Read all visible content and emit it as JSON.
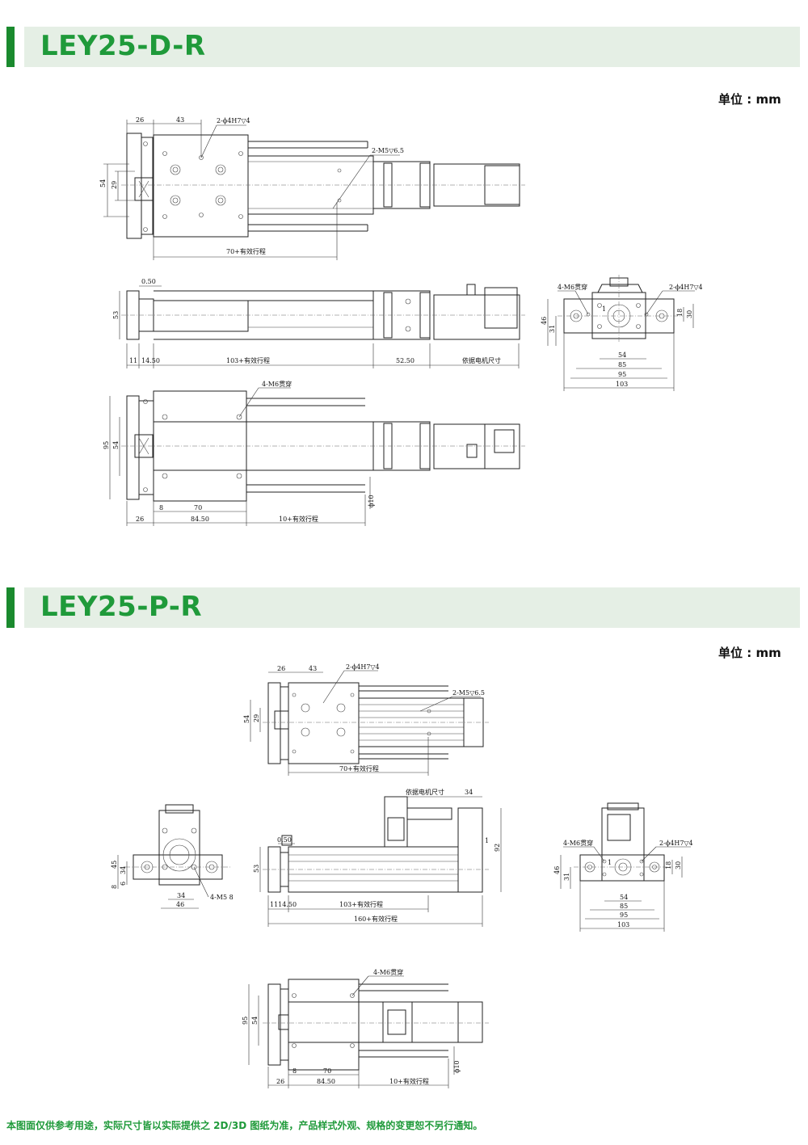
{
  "sections": [
    {
      "title": "LEY25-D-R",
      "unit": "单位 : mm"
    },
    {
      "title": "LEY25-P-R",
      "unit": "单位 : mm"
    }
  ],
  "footer": "本图面仅供参考用途，实际尺寸皆以实际提供之 2D/3D 图纸为准，产品样式外观、规格的变更恕不另行通知。",
  "d": {
    "top": {
      "w26": "26",
      "w43": "43",
      "hole": "2-ϕ4H7▽4",
      "m5": "2-M5▽6.5",
      "h54": "54",
      "h29": "29",
      "stroke": "70+有效行程"
    },
    "side": {
      "c05": "0.50",
      "h53": "53",
      "d11": "11",
      "d1450": "14.50",
      "stroke": "103+有效行程",
      "d5250": "52.50",
      "motor": "依据电机尺寸"
    },
    "end": {
      "m6": "4-M6贯穿",
      "hole": "2-ϕ4H7▽4",
      "one": "1",
      "h46": "46",
      "h31": "31",
      "h18": "18",
      "h30": "30",
      "w54": "54",
      "w85": "85",
      "w95": "95",
      "w103": "103"
    },
    "bottom": {
      "m6": "4-M6贯穿",
      "h95": "95",
      "h54": "54",
      "d8": "8",
      "d70": "70",
      "d10": "ϕ10",
      "d26": "26",
      "d8450": "84.50",
      "stroke": "10+有效行程"
    }
  },
  "p": {
    "top": {
      "w26": "26",
      "w43": "43",
      "hole": "2-ϕ4H7▽4",
      "m5": "2-M5▽6.5",
      "h54": "54",
      "h29": "29",
      "stroke": "70+有效行程"
    },
    "side": {
      "motor": "依据电机尺寸",
      "d34": "34",
      "c05": "0.50",
      "h53": "53",
      "one": "1",
      "h92": "92",
      "d1114": "1114.50",
      "stroke": "103+有效行程",
      "stroke2": "160+有效行程"
    },
    "left": {
      "h45": "45",
      "h34": "34",
      "h6": "6",
      "h8": "8",
      "w34": "34",
      "w46": "46",
      "m5": "4-M5 8"
    },
    "end": {
      "m6": "4-M6贯穿",
      "hole": "2-ϕ4H7▽4",
      "one": "1",
      "h46": "46",
      "h31": "31",
      "h18": "18",
      "h30": "30",
      "w54": "54",
      "w85": "85",
      "w95": "95",
      "w103": "103"
    },
    "bottom": {
      "m6": "4-M6贯穿",
      "h95": "95",
      "h54": "54",
      "d8": "8",
      "d70": "70",
      "d10": "ϕ10",
      "d26": "26",
      "d8450": "84.50",
      "stroke": "10+有效行程"
    }
  }
}
